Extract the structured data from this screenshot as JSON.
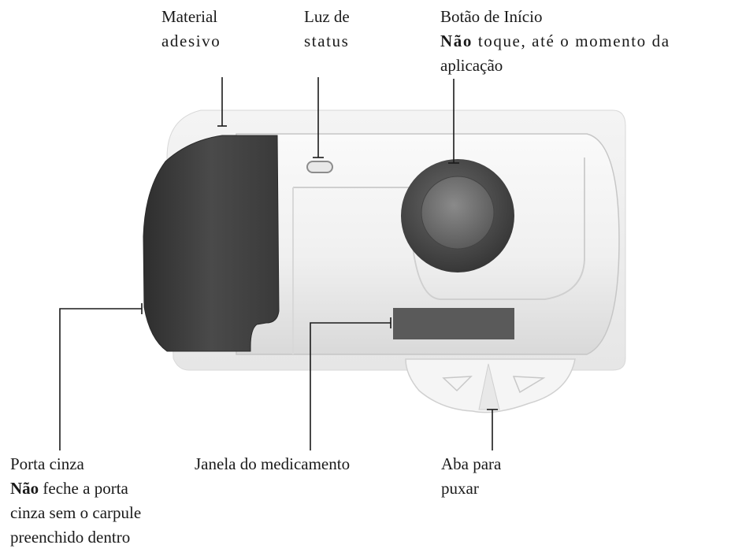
{
  "labels": {
    "adhesive": {
      "line1": "Material",
      "line2": "adesivo"
    },
    "status_light": {
      "line1": "Luz de",
      "line2": "status"
    },
    "start_button": {
      "title": "Botão de Início",
      "warning_bold": "Não",
      "warning_rest": " toque, até o momento da",
      "warning_line2": "aplicação"
    },
    "gray_door": {
      "title": "Porta cinza",
      "warning_bold": "Não",
      "warning_rest": " feche a porta",
      "warning_line2": "cinza sem o carpule",
      "warning_line3": "preenchido dentro"
    },
    "medication_window": {
      "text": "Janela do medicamento"
    },
    "pull_tab": {
      "line1": "Aba para",
      "line2": "puxar"
    }
  },
  "colors": {
    "door_dark": "#3f3f3f",
    "body_light": "#f3f3f3",
    "adhesive_pad": "#f1f1f1",
    "window_dark": "#5a5a5a",
    "leader_line": "#1a1a1a"
  }
}
